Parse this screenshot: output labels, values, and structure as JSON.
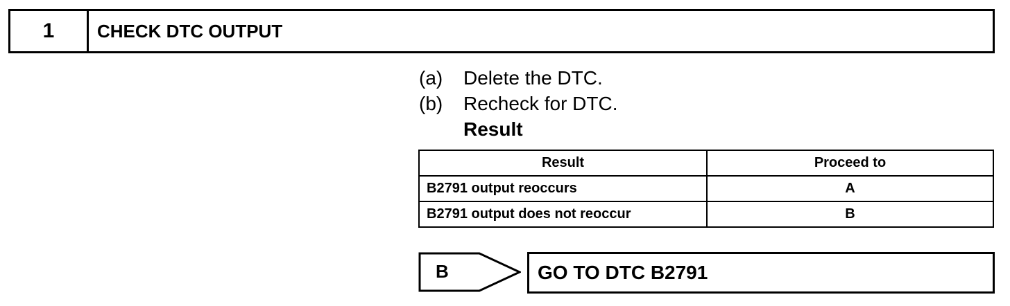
{
  "step": {
    "number": "1",
    "title": "CHECK DTC OUTPUT"
  },
  "instructions": [
    {
      "label": "(a)",
      "text": "Delete the DTC."
    },
    {
      "label": "(b)",
      "text": "Recheck for DTC."
    }
  ],
  "result_heading": "Result",
  "result_table": {
    "headers": [
      "Result",
      "Proceed to"
    ],
    "rows": [
      {
        "result": "B2791 output reoccurs",
        "proceed": "A"
      },
      {
        "result": "B2791 output does not reoccur",
        "proceed": "B"
      }
    ]
  },
  "navigation": {
    "branch_label": "B",
    "target": "GO TO DTC B2791"
  }
}
